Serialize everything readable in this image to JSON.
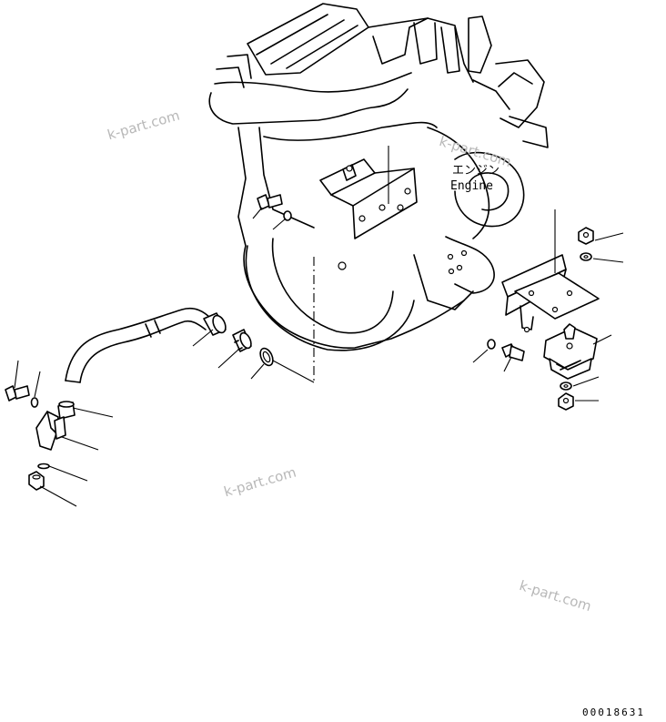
{
  "diagram": {
    "label_engine_jp": "エンジン",
    "label_engine_en": "Engine",
    "document_number": "00018631"
  },
  "watermarks": [
    "k-part.com",
    "k-part.com",
    "k-part.com",
    "k-part.com"
  ]
}
